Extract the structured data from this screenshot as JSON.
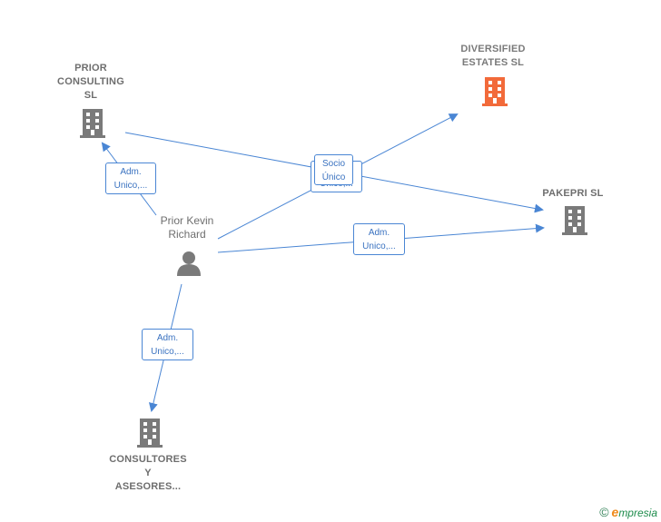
{
  "colors": {
    "edge": "#4a86d4",
    "building": "#7a7a7a",
    "building_highlight": "#f26a3a",
    "person": "#7a7a7a"
  },
  "nodes": {
    "prior_consulting": {
      "lines": [
        "PRIOR",
        "CONSULTING",
        "SL"
      ],
      "icon": "building-icon"
    },
    "diversified": {
      "lines": [
        "DIVERSIFIED",
        "ESTATES  SL"
      ],
      "icon": "building-icon"
    },
    "pakepri": {
      "lines": [
        "PAKEPRI  SL"
      ],
      "icon": "building-icon"
    },
    "consultores": {
      "lines": [
        "CONSULTORES",
        "Y",
        "ASESORES..."
      ],
      "icon": "building-icon"
    },
    "person": {
      "lines": [
        "Prior Kevin",
        "Richard"
      ],
      "icon": "person-icon"
    }
  },
  "edges": {
    "to_prior": {
      "lines": [
        "Adm.",
        "Unico,..."
      ]
    },
    "to_diversified_back": {
      "lines": [
        "Unico,..."
      ]
    },
    "to_diversified": {
      "lines": [
        "Socio",
        "Único"
      ]
    },
    "to_pakepri": {
      "lines": [
        "Adm.",
        "Unico,..."
      ]
    },
    "to_consultores": {
      "lines": [
        "Adm.",
        "Unico,..."
      ]
    }
  },
  "footer": {
    "copyright": "©",
    "brand_initial": "e",
    "brand_rest": "mpresia"
  }
}
